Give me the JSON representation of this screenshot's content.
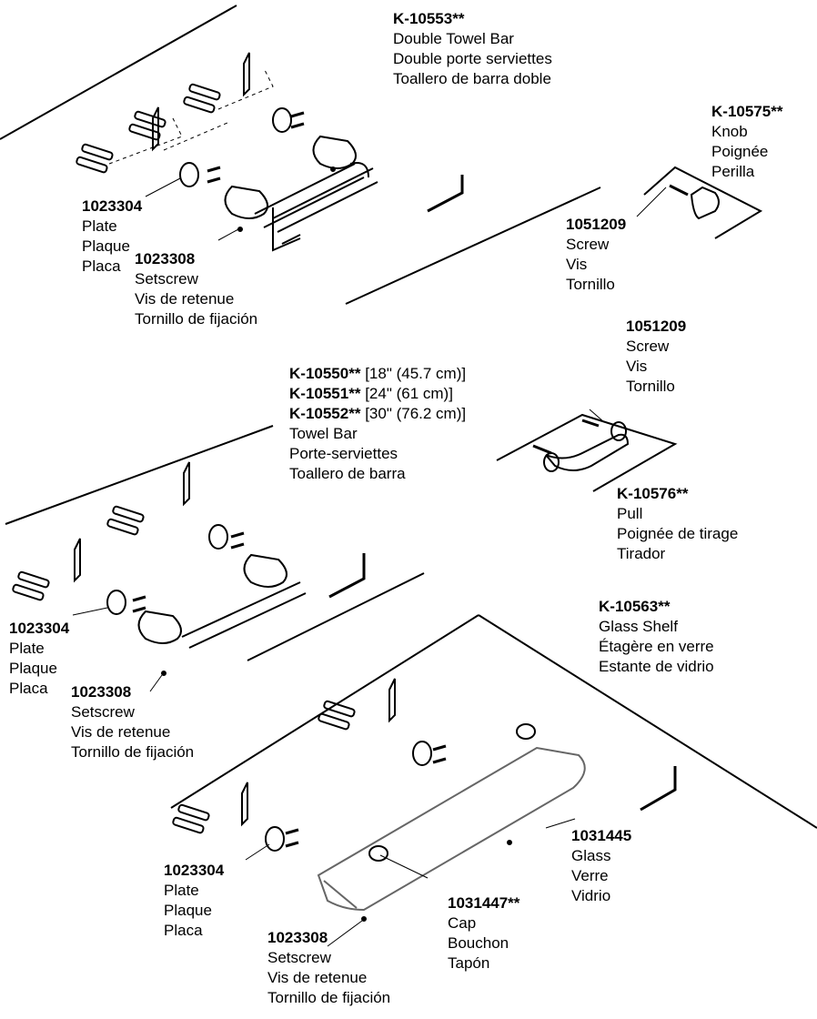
{
  "products": {
    "double_towel_bar": {
      "model": "K-10553**",
      "names": [
        "Double Towel Bar",
        "Double porte serviettes",
        "Toallero de barra doble"
      ]
    },
    "knob": {
      "model": "K-10575**",
      "names": [
        "Knob",
        "Poignée",
        "Perilla"
      ]
    },
    "towel_bar": {
      "sizes": [
        {
          "model": "K-10550**",
          "size": "[18\" (45.7 cm)]"
        },
        {
          "model": "K-10551**",
          "size": "[24\" (61 cm)]"
        },
        {
          "model": "K-10552**",
          "size": "[30\" (76.2 cm)]"
        }
      ],
      "names": [
        "Towel Bar",
        "Porte-serviettes",
        "Toallero de barra"
      ]
    },
    "pull": {
      "model": "K-10576**",
      "names": [
        "Pull",
        "Poignée de tirage",
        "Tirador"
      ]
    },
    "glass_shelf": {
      "model": "K-10563**",
      "names": [
        "Glass Shelf",
        "Étagère en verre",
        "Estante de vidrio"
      ]
    }
  },
  "parts": {
    "plate": {
      "number": "1023304",
      "names": [
        "Plate",
        "Plaque",
        "Placa"
      ]
    },
    "setscrew": {
      "number": "1023308",
      "names": [
        "Setscrew",
        "Vis de retenue",
        "Tornillo de fijación"
      ]
    },
    "screw": {
      "number": "1051209",
      "names": [
        "Screw",
        "Vis",
        "Tornillo"
      ]
    },
    "glass": {
      "number": "1031445",
      "names": [
        "Glass",
        "Verre",
        "Vidrio"
      ]
    },
    "cap": {
      "number": "1031447**",
      "names": [
        "Cap",
        "Bouchon",
        "Tapón"
      ]
    }
  }
}
